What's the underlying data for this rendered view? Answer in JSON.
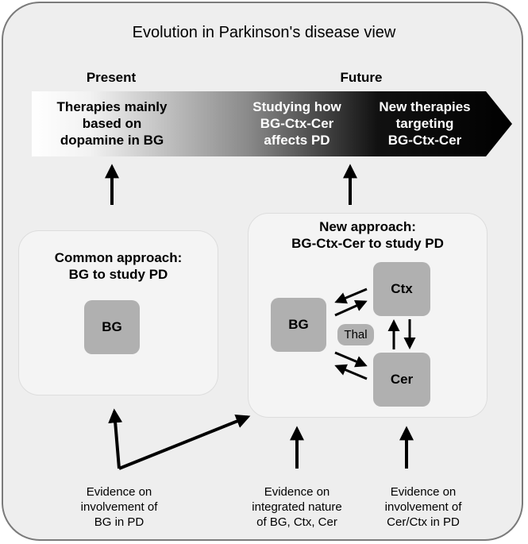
{
  "title": "Evolution in Parkinson's disease view",
  "timeline": {
    "present_label": "Present",
    "future_label": "Future",
    "stages": [
      [
        "Therapies mainly",
        "based on",
        "dopamine in BG"
      ],
      [
        "Studying how",
        "BG-Ctx-Cer",
        "affects PD"
      ],
      [
        "New therapies",
        "targeting",
        "BG-Ctx-Cer"
      ]
    ]
  },
  "common_approach": {
    "title_lines": [
      "Common approach:",
      "BG to study PD"
    ],
    "box": "BG"
  },
  "new_approach": {
    "title_lines": [
      "New approach:",
      "BG-Ctx-Cer to study PD"
    ],
    "boxes": {
      "bg": "BG",
      "thal": "Thal",
      "ctx": "Ctx",
      "cer": "Cer"
    }
  },
  "evidence": [
    [
      "Evidence on",
      "involvement of",
      "BG in PD"
    ],
    [
      "Evidence on",
      "integrated nature",
      "of BG, Ctx, Cer"
    ],
    [
      "Evidence on",
      "involvement of",
      "Cer/Ctx in PD"
    ]
  ],
  "colors": {
    "frame_fill": "#eeeeee",
    "panel_fill": "#f4f4f4",
    "box_fill": "#b0b0b0",
    "banner_dark": "#000000"
  }
}
